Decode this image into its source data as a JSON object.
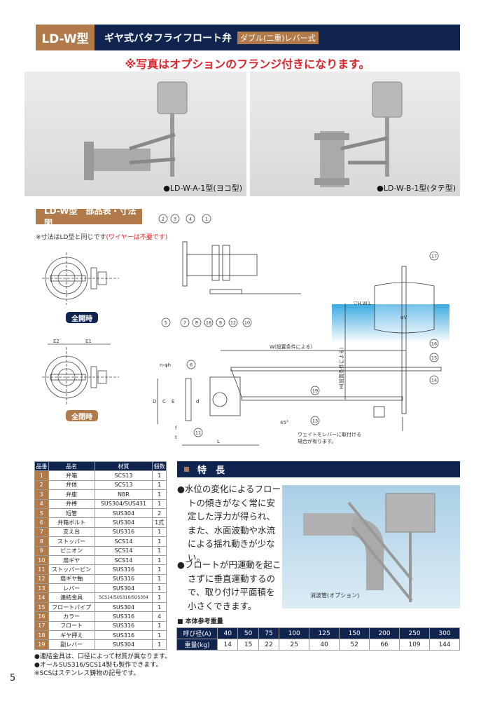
{
  "header": {
    "model": "LD-W型",
    "title": "ギヤ式バタフライフロート弁",
    "subtitle": "ダブル(二重)レバー式"
  },
  "notice": "※写真はオプションのフランジ付きになります。",
  "photos": [
    {
      "caption": "●LD-W-A-1型(ヨコ型)"
    },
    {
      "caption": "●LD-W-B-1型(タテ型)"
    }
  ],
  "section": {
    "title": "LD-W型　部品表・寸法図",
    "note": "※寸法はLD型と同じです",
    "note_red": "(ワイヤーは不要です)"
  },
  "small_diagrams": [
    {
      "badge": "全開時",
      "badge_color": "#0f2550"
    },
    {
      "badge": "全閉時",
      "badge_color": "#b07a4a",
      "dims": [
        "E2",
        "E1"
      ]
    }
  ],
  "drawing": {
    "callouts": [
      "2",
      "3",
      "4",
      "1",
      "5",
      "7",
      "8",
      "18",
      "9",
      "12",
      "10",
      "17",
      "16",
      "15",
      "14",
      "6",
      "19",
      "11",
      "13"
    ],
    "labels": {
      "hwl": "▽H.W.L",
      "phiV": "φV",
      "W": "W(設置条件による)",
      "H": "H(設置条件による)",
      "nphih": "n-φh",
      "D": "D",
      "C": "C",
      "E": "E",
      "d": "d",
      "f": "f",
      "t": "t",
      "L": "L",
      "angle": "45°",
      "weight_note1": "ウェイトをレバーに取付ける",
      "weight_note2": "場合が有ります。"
    }
  },
  "parts": {
    "headers": [
      "品番",
      "品名",
      "材質",
      "個数"
    ],
    "rows": [
      [
        "1",
        "弁箱",
        "SCS13",
        "1"
      ],
      [
        "2",
        "弁体",
        "SCS13",
        "1"
      ],
      [
        "3",
        "弁座",
        "NBR",
        "1"
      ],
      [
        "4",
        "弁棒",
        "SUS304/SUS431",
        "1"
      ],
      [
        "5",
        "短管",
        "SUS304",
        "2"
      ],
      [
        "6",
        "弁箱ボルト",
        "SUS304",
        "1式"
      ],
      [
        "7",
        "支え台",
        "SUS316",
        "1"
      ],
      [
        "8",
        "ストッパー",
        "SCS14",
        "1"
      ],
      [
        "9",
        "ピニオン",
        "SCS14",
        "1"
      ],
      [
        "10",
        "扇ギヤ",
        "SCS14",
        "1"
      ],
      [
        "11",
        "ストッパーピン",
        "SUS316",
        "1"
      ],
      [
        "12",
        "扇ギヤ軸",
        "SUS316",
        "1"
      ],
      [
        "13",
        "レバー",
        "SUS304",
        "1"
      ],
      [
        "14",
        "連結金具",
        "SCS14/SUS316/SUS304",
        "1"
      ],
      [
        "15",
        "フロートパイプ",
        "SUS304",
        "1"
      ],
      [
        "16",
        "カラー",
        "SUS316",
        "4"
      ],
      [
        "17",
        "フロート",
        "SUS316",
        "1"
      ],
      [
        "18",
        "ギヤ押え",
        "SUS316",
        "1"
      ],
      [
        "19",
        "副レバー",
        "SUS304",
        "1"
      ]
    ],
    "notes": [
      "●連結金具は、口径によって材質が異なります。",
      "●オールSUS316/SCS14製も製作できます。",
      "※SCSはステンレス鋳物の記号です。"
    ]
  },
  "features": {
    "title": "特　長",
    "items": [
      "●水位の変化によるフロートの傾きがなく常に安定した浮力が得られ、また、水面波動や水流による揺れ動きが少ない。",
      "●フロートが円運動を起こさずに垂直運動するので、取り付け平面積を小さくできます。"
    ],
    "photo_label": "消波管(オプション)"
  },
  "weights": {
    "title": "■ 本体参考重量",
    "size_label": "呼び径(A)",
    "weight_label": "重量(kg)",
    "sizes": [
      "40",
      "50",
      "75",
      "100",
      "125",
      "150",
      "200",
      "250",
      "300"
    ],
    "values": [
      "14",
      "15",
      "22",
      "25",
      "40",
      "52",
      "66",
      "109",
      "144"
    ]
  },
  "page_number": "5",
  "colors": {
    "navy": "#0f2550",
    "brown": "#b07a4a",
    "red": "#d8262c"
  }
}
